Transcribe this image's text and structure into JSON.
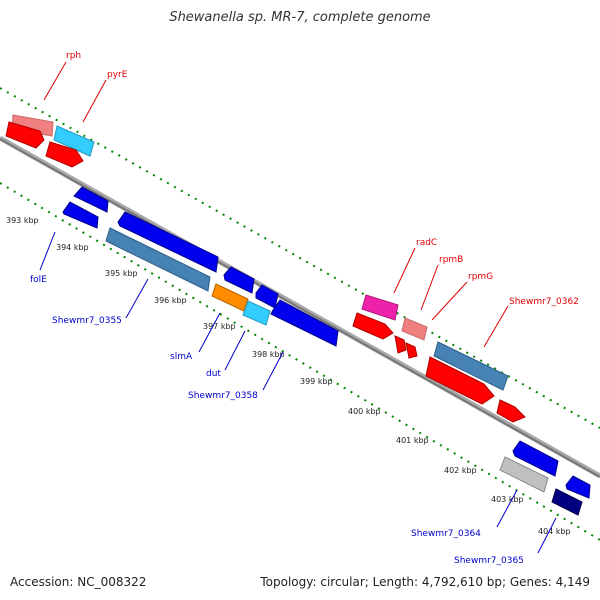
{
  "title": "Shewanella sp. MR-7, complete genome",
  "footer": {
    "accession": "Accession: NC_008322",
    "topology": "Topology: circular; Length: 4,792,610 bp; Genes: 4,149"
  },
  "scale_labels": [
    "393 kbp",
    "394 kbp",
    "395 kbp",
    "396 kbp",
    "397 kbp",
    "398 kbp",
    "399 kbp",
    "400 kbp",
    "401 kbp",
    "402 kbp",
    "403 kbp",
    "404 kbp"
  ],
  "gene_labels": {
    "rph": "rph",
    "pyrE": "pyrE",
    "radC": "radC",
    "rpmB": "rpmB",
    "rpmG": "rpmG",
    "Shewmr7_0362": "Shewmr7_0362",
    "folE": "folE",
    "Shewmr7_0355": "Shewmr7_0355",
    "slmA": "slmA",
    "dut": "dut",
    "Shewmr7_0358": "Shewmr7_0358",
    "Shewmr7_0364": "Shewmr7_0364",
    "Shewmr7_0365": "Shewmr7_0365"
  },
  "colors": {
    "forward_cds": "#ff0000",
    "reverse_cds": "#0000ee",
    "forward_label": "#dd0000",
    "reverse_label": "#0000cc",
    "backbone": "#888888",
    "tick": "#008800"
  }
}
